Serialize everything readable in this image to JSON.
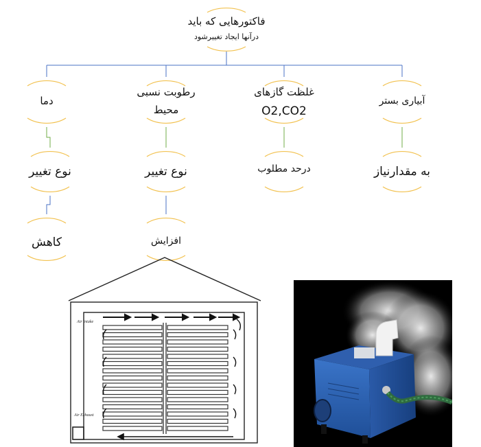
{
  "tree": {
    "root": {
      "title": "فاکتورهایی که باید",
      "subtitle": "درآنها ایجاد تغییرشود"
    },
    "branches": [
      {
        "level1": [
          "دما"
        ],
        "level2": "نوع تغییر",
        "level3": "کاهش"
      },
      {
        "level1": [
          "رطوبت نسبی",
          "محیط"
        ],
        "level2": "نوع تغییر",
        "level3": "افزایش"
      },
      {
        "level1": [
          "غلظت گازهای",
          "O2,CO2"
        ],
        "level2": "درحد مطلوب"
      },
      {
        "level1": [
          "آبیاری بستر"
        ],
        "level2": "به مقدارنیاز"
      }
    ]
  },
  "diagram": {
    "air_intake_label": "Air Intake",
    "air_exhaust_label": "Air Exhaust"
  },
  "colors": {
    "connector_blue": "#4a72c4",
    "connector_green": "#70ad47",
    "arc_gold": "#f2c14e",
    "sketch_ink": "#222222",
    "device_blue": "#2f63b4"
  }
}
